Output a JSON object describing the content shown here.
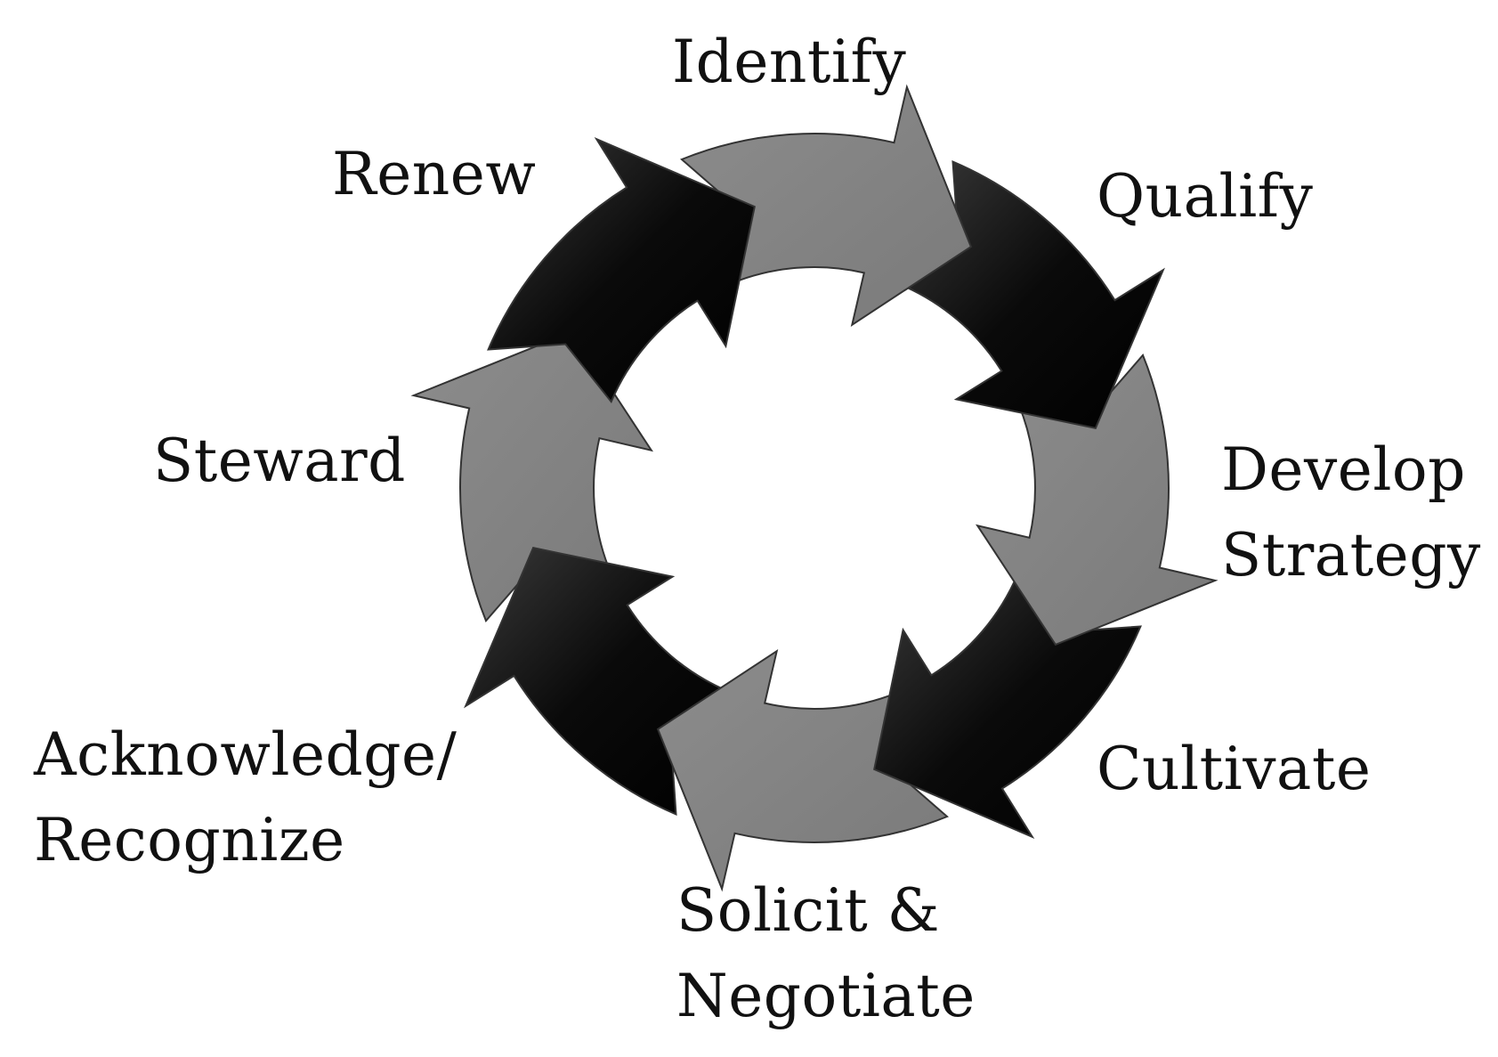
{
  "diagram": {
    "type": "cycle",
    "colors": {
      "dark_arrow": "#000000",
      "light_arrow": "#808080",
      "outline": "#333333",
      "background": "#ffffff"
    },
    "stages": [
      {
        "id": "identify",
        "lines": [
          "Identify"
        ],
        "shade": "light"
      },
      {
        "id": "qualify",
        "lines": [
          "Qualify"
        ],
        "shade": "dark"
      },
      {
        "id": "develop",
        "lines": [
          "Develop",
          "Strategy"
        ],
        "shade": "light"
      },
      {
        "id": "cultivate",
        "lines": [
          "Cultivate"
        ],
        "shade": "dark"
      },
      {
        "id": "solicit",
        "lines": [
          "Solicit &",
          "Negotiate"
        ],
        "shade": "light"
      },
      {
        "id": "acknowledge",
        "lines": [
          "Acknowledge/",
          "Recognize"
        ],
        "shade": "dark"
      },
      {
        "id": "steward",
        "lines": [
          "Steward"
        ],
        "shade": "light"
      },
      {
        "id": "renew",
        "lines": [
          "Renew"
        ],
        "shade": "dark"
      }
    ]
  }
}
